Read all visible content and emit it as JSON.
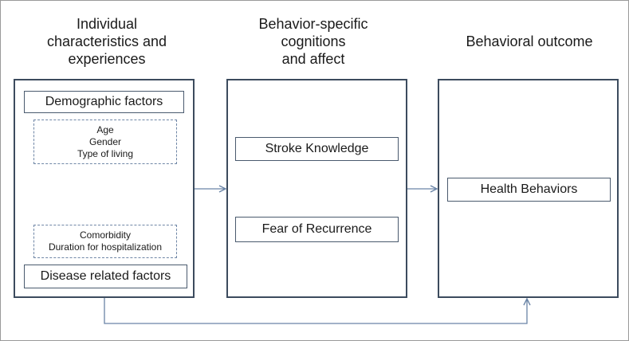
{
  "headings": {
    "individual": "Individual\ncharacteristics  and\nexperiences",
    "cognitions": "Behavior-specific\ncognitions\nand affect",
    "outcome": "Behavioral outcome"
  },
  "panel_individual": {
    "demographic_label": "Demographic factors",
    "demographic_details": [
      "Age",
      "Gender",
      "Type of living"
    ],
    "disease_details": [
      "Comorbidity",
      "Duration for hospitalization"
    ],
    "disease_label": "Disease related factors"
  },
  "panel_cognitions": {
    "stroke_knowledge": "Stroke Knowledge",
    "fear_of_recurrence": "Fear of Recurrence"
  },
  "panel_outcome": {
    "health_behaviors": "Health Behaviors"
  },
  "colors": {
    "panel_border": "#3c4b5e",
    "arrow": "#6a84a6",
    "detail_border": "#6f86a6"
  }
}
